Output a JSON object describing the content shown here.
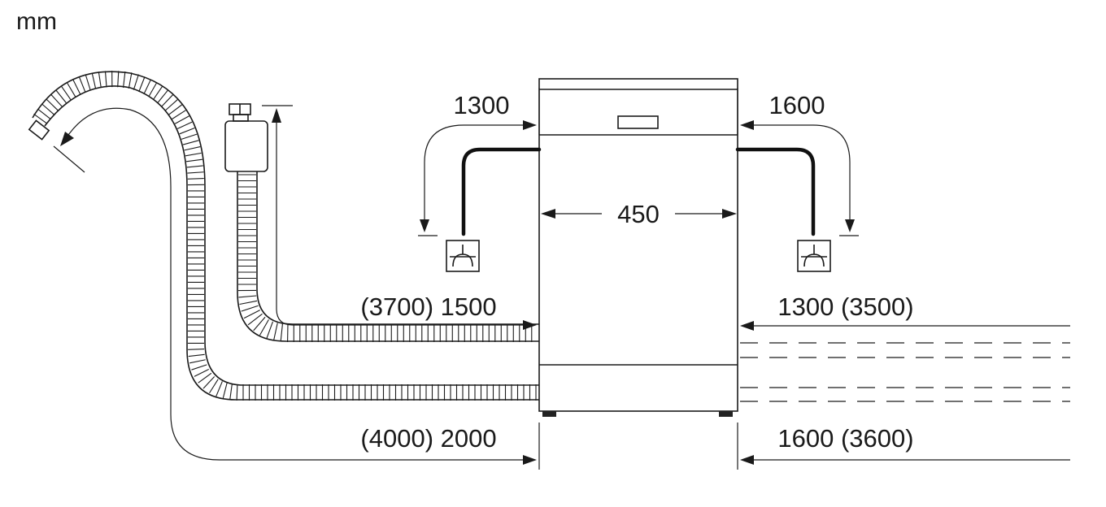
{
  "unit_label": "mm",
  "dimensions": {
    "left_power_cord": "1300",
    "right_power_cord": "1600",
    "appliance_width": "450",
    "inlet_hose_left": "(3700) 1500",
    "inlet_hose_right": "1300 (3500)",
    "drain_hose_left": "(4000) 2000",
    "drain_hose_right": "1600 (3600)"
  }
}
